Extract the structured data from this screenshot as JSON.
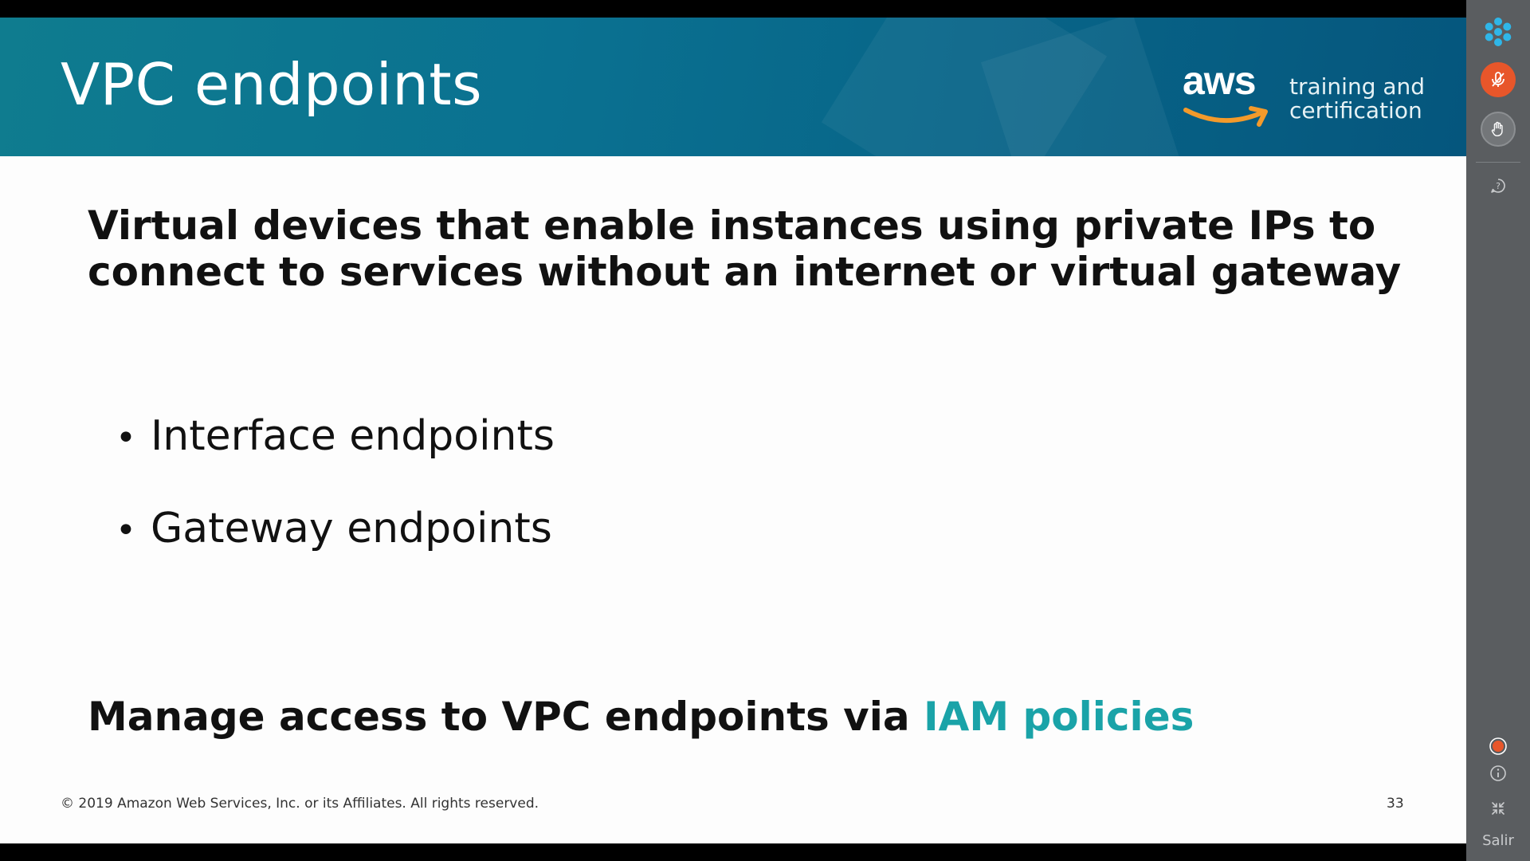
{
  "slide": {
    "title": "VPC endpoints",
    "brand": {
      "logo_word": "aws",
      "text_line1": "training and",
      "text_line2": "certification"
    },
    "lead": "Virtual devices that enable instances using private IPs to connect to services without an internet or virtual gateway",
    "bullets": [
      "Interface endpoints",
      "Gateway endpoints"
    ],
    "manage_text": "Manage access to VPC endpoints via ",
    "manage_highlight": "IAM policies",
    "footer_copyright": "© 2019 Amazon Web Services, Inc. or its Affiliates. All rights reserved.",
    "slide_number": "33"
  },
  "sidebar": {
    "exit_label": "Salir",
    "icons": [
      "app-logo-icon",
      "microphone-icon",
      "raise-hand-icon",
      "help-icon",
      "record-icon",
      "info-icon",
      "collapse-icon"
    ]
  },
  "colors": {
    "header_start": "#0f7c8f",
    "header_end": "#05567d",
    "highlight": "#1aa3a8",
    "mic_active": "#e8562a",
    "app_logo": "#2fb6e8",
    "aws_smile": "#f39a2b",
    "sidebar_bg": "#5a5d60"
  }
}
